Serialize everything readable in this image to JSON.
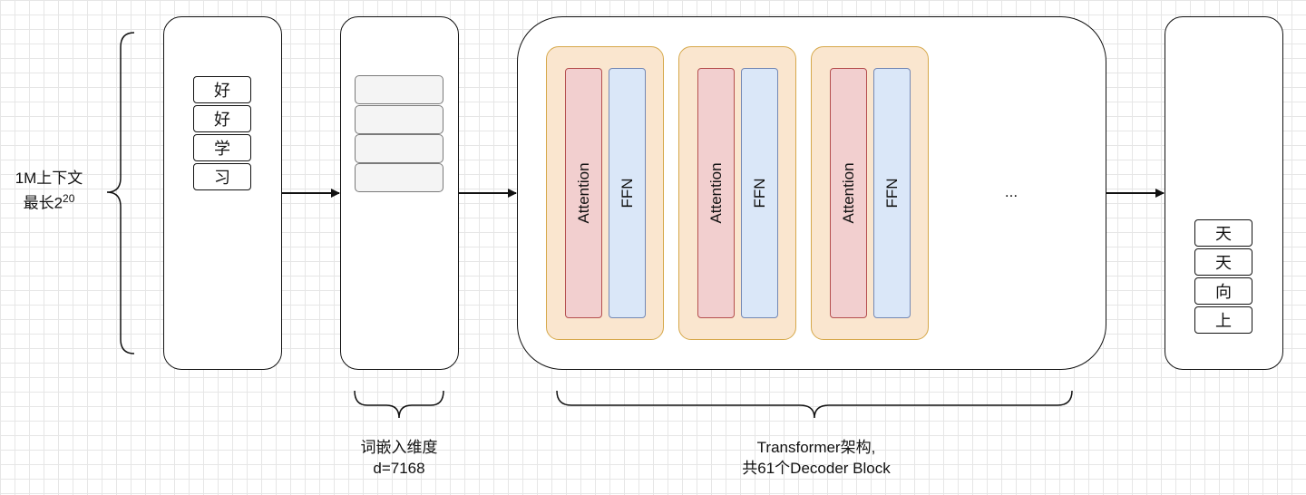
{
  "context_label": {
    "line1": "1M上下文",
    "line2_prefix": "最长2",
    "line2_exp": "20"
  },
  "input_tokens": [
    "好",
    "好",
    "学",
    "习"
  ],
  "embedding": {
    "label_line1": "词嵌入维度",
    "label_line2": "d=7168"
  },
  "transformer": {
    "blocks": [
      {
        "attention": "Attention",
        "ffn": "FFN"
      },
      {
        "attention": "Attention",
        "ffn": "FFN"
      },
      {
        "attention": "Attention",
        "ffn": "FFN"
      }
    ],
    "ellipsis": "...",
    "label_line1": "Transformer架构,",
    "label_line2": "共61个Decoder Block"
  },
  "output_tokens": [
    "天",
    "天",
    "向",
    "上"
  ],
  "colors": {
    "block_fill": "#fae6cf",
    "block_border": "#d6a84a",
    "attention_fill": "#f2cfcf",
    "attention_border": "#b54f4f",
    "ffn_fill": "#dae7f8",
    "ffn_border": "#7489b5"
  }
}
